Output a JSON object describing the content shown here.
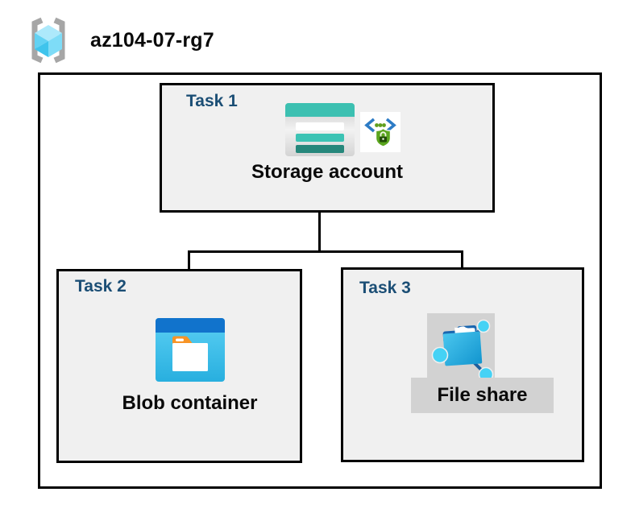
{
  "header": {
    "title": "az104-07-rg7",
    "icon": "azure-resource-group-icon"
  },
  "tasks": [
    {
      "id": "task1",
      "label": "Task 1",
      "item_label": "Storage account",
      "icons": [
        "storage-account-icon",
        "secured-endpoint-icon"
      ]
    },
    {
      "id": "task2",
      "label": "Task 2",
      "item_label": "Blob container",
      "icons": [
        "blob-container-icon"
      ]
    },
    {
      "id": "task3",
      "label": "Task 3",
      "item_label": "File share",
      "icons": [
        "file-share-icon"
      ]
    }
  ],
  "connections": [
    {
      "from": "Storage account",
      "to": "Blob container"
    },
    {
      "from": "Storage account",
      "to": "File share"
    }
  ],
  "colors": {
    "task_label": "#1b4e75",
    "item_label": "#0a0a0a",
    "box_fill": "#f0f0f0",
    "box_border": "#000000",
    "highlight_gray": "#d2d2d2",
    "storage_teal": "#3cc0b1",
    "storage_teal_dark": "#26877b",
    "blob_blue_bar": "#1173cc",
    "blob_cyan": "#39bde8",
    "blob_tab_orange": "#f79426",
    "shield_green": "#5aa51e",
    "bracket_blue": "#2c7bc5",
    "fileshare_node_cyan": "#45d2f5",
    "fileshare_line_blue": "#1d5f9e",
    "cube_cyan_light": "#ade9fb",
    "cube_cyan": "#44c8ef"
  }
}
